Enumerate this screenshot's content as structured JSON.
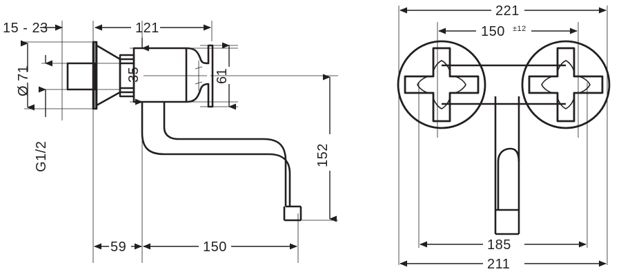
{
  "drawing": {
    "title": "Wall-mounted two-handle sink mixer — dimensioned technical drawing",
    "line_color": "#231f20",
    "background_color": "#ffffff",
    "units": "mm",
    "views": [
      {
        "name": "side-view",
        "position": "left"
      },
      {
        "name": "front-view",
        "position": "right"
      }
    ]
  },
  "side_view": {
    "dimensions": {
      "wall_offset": "15 - 23",
      "escutcheon_diameter": "Ø 71",
      "thread_size": "G1/2",
      "body_length": "121",
      "body_height": "35",
      "flange_height": "61",
      "spout_drop": "152",
      "offset_to_spout_start": "59",
      "spout_reach": "150"
    }
  },
  "front_view": {
    "dimensions": {
      "overall_handle_span": "221",
      "inlet_centres": "150",
      "inlet_centres_tolerance": "±12",
      "body_width": "185",
      "outer_width": "211"
    }
  }
}
